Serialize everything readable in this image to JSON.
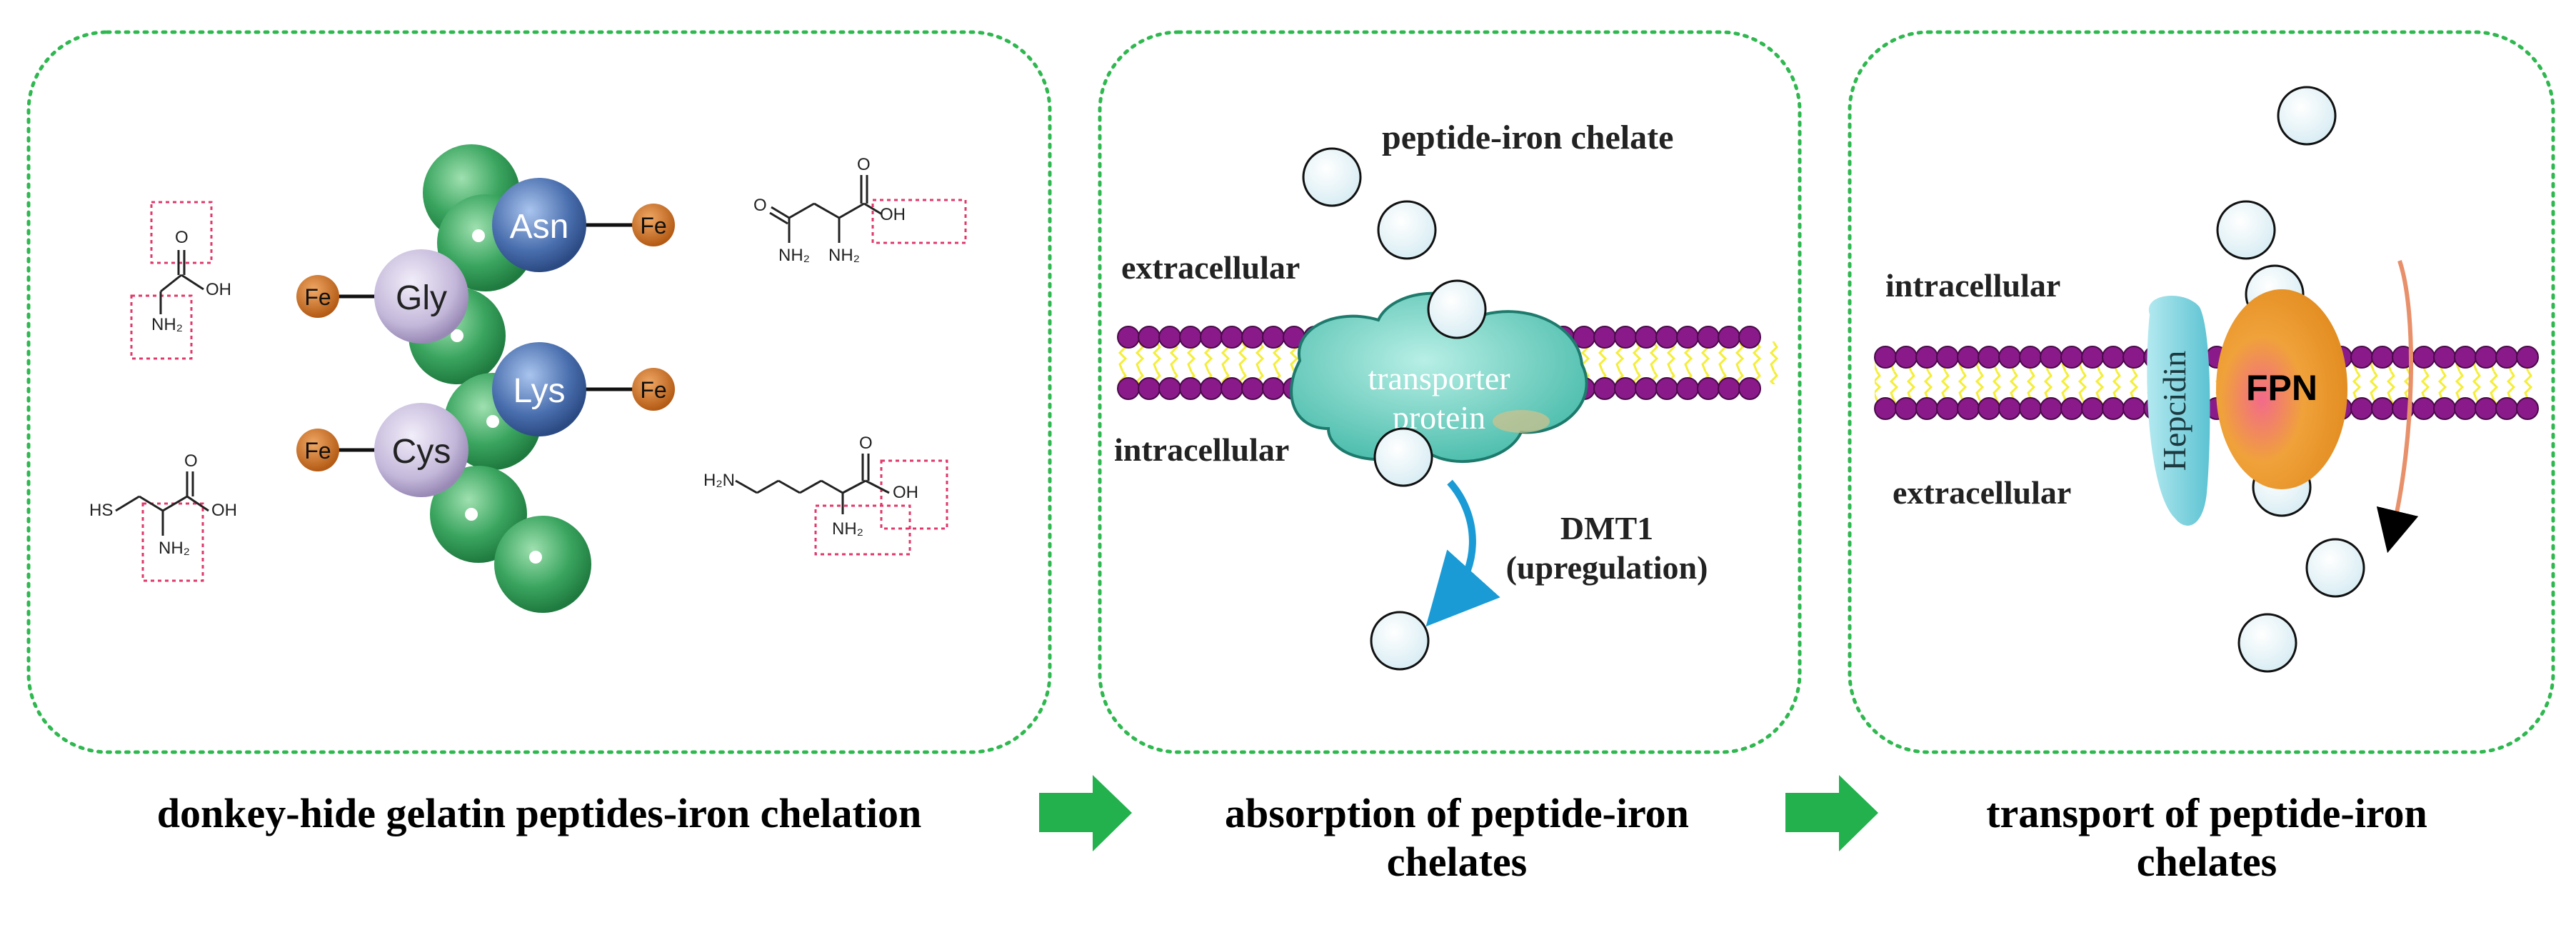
{
  "colors": {
    "panel_border": "#2fb84f",
    "arrow_green": "#22b14c",
    "sphere_green": "#3aa55f",
    "sphere_purple": "#c9bfdc",
    "sphere_blue": "#4a6fae",
    "iron_orange": "#c86a1f",
    "lipid_head": "#8a1a8a",
    "lipid_tail": "#f4ee3a",
    "transporter": "#4fc9b8",
    "hepcidin": "#7fd3de",
    "fpn": "#f0a23a",
    "dmt1_arrow": "#1a9bd6",
    "highlight_box": "#e0386a"
  },
  "panel1": {
    "residues": {
      "asn": "Asn",
      "gly": "Gly",
      "lys": "Lys",
      "cys": "Cys"
    },
    "iron": "Fe",
    "chem": {
      "oh": "OH",
      "nh2": "NH₂",
      "hs": "HS",
      "h2n": "H₂N",
      "o": "O"
    },
    "caption": "donkey-hide gelatin peptides-iron chelation"
  },
  "panel2": {
    "title": "peptide-iron chelate",
    "extracellular": "extracellular",
    "intracellular": "intracellular",
    "transporter_line1": "transporter",
    "transporter_line2": "protein",
    "dmt1": "DMT1",
    "upregulation": "(upregulation)",
    "caption_line1": "absorption of peptide-iron",
    "caption_line2": "chelates"
  },
  "panel3": {
    "intracellular": "intracellular",
    "extracellular": "extracellular",
    "hepcidin": "Hepcidin",
    "fpn": "FPN",
    "caption_line1": "transport of peptide-iron",
    "caption_line2": "chelates"
  }
}
